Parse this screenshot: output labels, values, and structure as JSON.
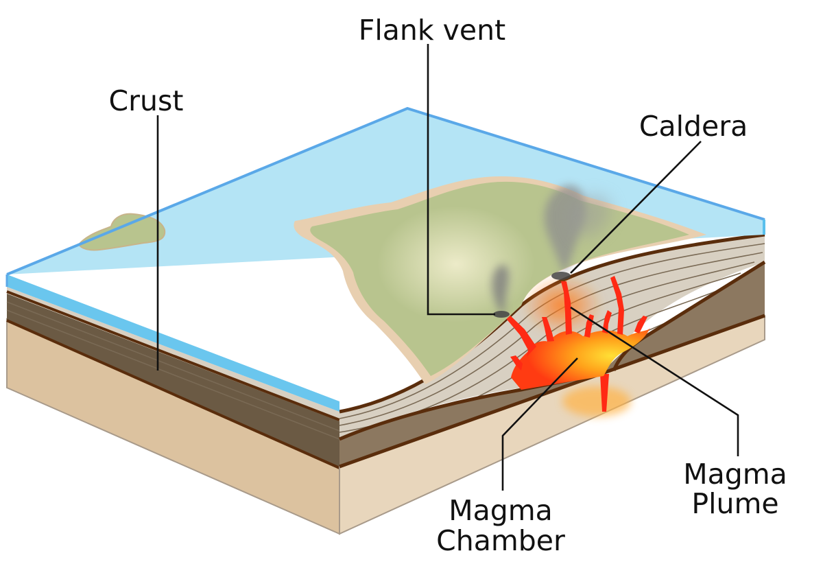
{
  "labels": {
    "flank_vent": "Flank vent",
    "crust": "Crust",
    "caldera": "Caldera",
    "magma_plume_line1": "Magma",
    "magma_plume_line2": "Plume",
    "magma_chamber_line1": "Magma",
    "magma_chamber_line2": "Chamber"
  },
  "colors": {
    "ocean": "#b4e4f5",
    "ocean_edge": "#5aa8e8",
    "land": "#b8c48e",
    "beach": "#e8cfb0",
    "strata_light": "#d8d0c2",
    "mantle_dark": "#6b5a44",
    "mantle_mid": "#8c7860",
    "base": "#e6d0b2",
    "base_side": "#d9bf9c",
    "outline": "#5a2d0c",
    "magma_red": "#ff2a14",
    "magma_orange": "#ff8c1a",
    "magma_yellow": "#ffe036"
  }
}
